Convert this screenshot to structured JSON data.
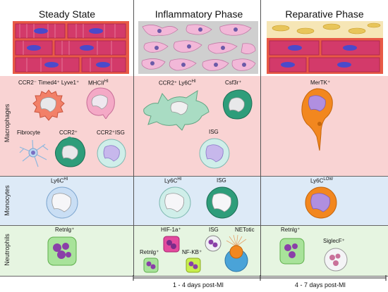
{
  "phases": {
    "steady": "Steady State",
    "inflammatory": "Inflammatory Phase",
    "reparative": "Reparative Phase"
  },
  "rows": {
    "macrophages": "Macrophages",
    "monocytes": "Monocytes",
    "neutrophils": "Neutrophils"
  },
  "labels": {
    "ccr2neg": "CCR2⁻ Timed4⁺ Lyve1⁺",
    "mhcii": "MHCII",
    "mhcii_sup": "HI",
    "fibrocyte": "Fibrocyte",
    "ccr2pos": "CCR2⁺",
    "ccr2isg": "CCR2⁺ISG",
    "infl_ccr2": "CCR2⁺ Ly6C",
    "infl_ccr2_sup": "HI",
    "csf3r": "Csf3r⁺",
    "infl_isg": "ISG",
    "mertk": "MerTK⁺",
    "mono_steady": "Ly6C",
    "mono_steady_sup": "HI",
    "mono_infl": "Ly6C",
    "mono_infl_sup": "HI",
    "mono_infl_isg": "ISG",
    "mono_rep": "Ly6C",
    "mono_rep_sup": "LOW",
    "neut_steady": "Retnlg⁺",
    "neut_hif": "HIF-1a⁺",
    "neut_isg": "ISG",
    "neut_netotic": "NETotic",
    "neut_retnlg_infl": "Retnlg⁺",
    "neut_nfkb": "NF-KB⁺",
    "neut_retnlg_rep": "Retnlg⁺",
    "neut_siglecf": "SiglecF⁺"
  },
  "timeline": {
    "early": "1 - 4 days post-MI",
    "late": "4 - 7 days post-MI"
  },
  "colors": {
    "macrophage_band": "#f9d3d3",
    "monocyte_band": "#ddeaf7",
    "neutrophil_band": "#e6f5e1",
    "muscle": "#d33a6a",
    "nucleus": "#4a4acb"
  }
}
